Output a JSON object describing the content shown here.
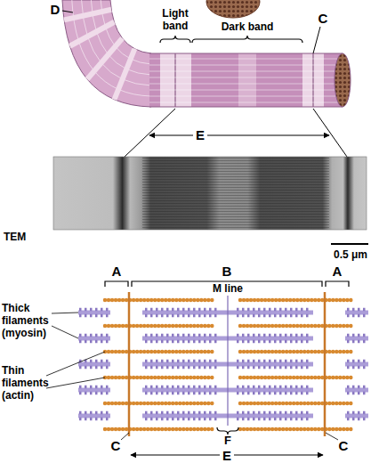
{
  "diagram": {
    "labels": [
      "D",
      "Light band",
      "Dark band",
      "C",
      "E",
      "TEM",
      "0.5 μm",
      "A",
      "B",
      "A",
      "M line",
      "Thick filaments (myosin)",
      "Thin filaments (actin)",
      "C",
      "F",
      "C",
      "E"
    ]
  }
}
